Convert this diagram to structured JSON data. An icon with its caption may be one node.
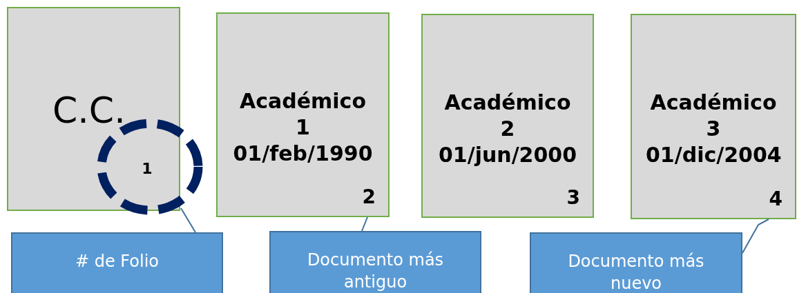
{
  "diagram": {
    "nodes": [
      {
        "text": [
          "C.C."
        ]
      },
      {
        "text": [
          "1"
        ]
      },
      {
        "text": [
          "Académico 1 01/feb/1990",
          "2"
        ]
      },
      {
        "text": [
          "Académico 2 01/jun/2000",
          "3"
        ]
      },
      {
        "text": [
          "Académico 3 01/dic/2004",
          "4"
        ]
      },
      {
        "text": [
          "# de Folio"
        ]
      },
      {
        "text": [
          "Documento más antiguo"
        ]
      },
      {
        "text": [
          "Documento más nuevo"
        ]
      }
    ],
    "edges": [
      {
        "from": 5,
        "to": 1,
        "arrow": "none"
      },
      {
        "from": 6,
        "to": 2,
        "arrow": "none"
      },
      {
        "from": 7,
        "to": 4,
        "arrow": "none"
      }
    ]
  }
}
